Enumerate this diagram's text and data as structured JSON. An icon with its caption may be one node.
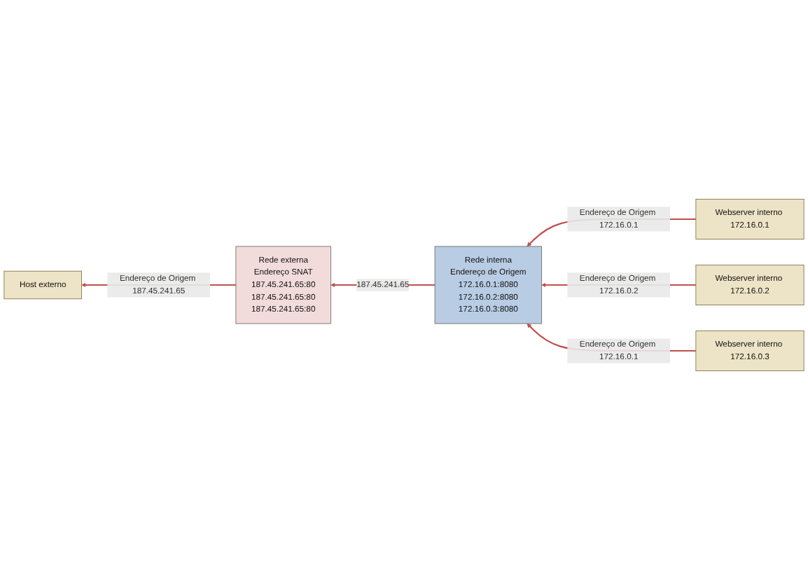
{
  "diagram": {
    "nodes": [
      {
        "text": [
          "Host externo"
        ]
      },
      {
        "text": [
          "Rede externa",
          "Endereço SNAT",
          "187.45.241.65:80",
          "187.45.241.65:80",
          "187.45.241.65:80"
        ]
      },
      {
        "text": [
          "Rede interna",
          "Endereço de Origem",
          "172.16.0.1:8080",
          "172.16.0.2:8080",
          "172.16.0.3:8080"
        ]
      },
      {
        "text": [
          "Webserver interno 172.16.0.1"
        ]
      },
      {
        "text": [
          "Webserver interno 172.16.0.2"
        ]
      },
      {
        "text": [
          "Webserver interno 172.16.0.3"
        ]
      }
    ],
    "edges": [
      {
        "from": 3,
        "to": 2,
        "arrow": "to",
        "label": "Endereço de Origem 172.16.0.1"
      },
      {
        "from": 4,
        "to": 2,
        "arrow": "to",
        "label": "Endereço de Origem 172.16.0.2"
      },
      {
        "from": 5,
        "to": 2,
        "arrow": "to",
        "label": "Endereço de Origem 172.16.0.1"
      },
      {
        "from": 2,
        "to": 1,
        "arrow": "to",
        "label": "187.45.241.65"
      },
      {
        "from": 1,
        "to": 0,
        "arrow": "to",
        "label": "Endereço de Origem 187.45.241.65"
      }
    ]
  }
}
